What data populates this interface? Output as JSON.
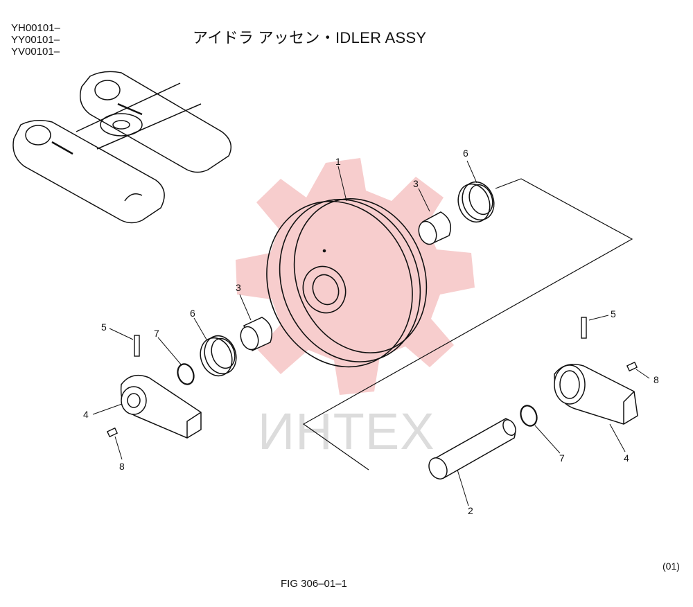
{
  "header": {
    "serials": [
      "YH00101–",
      "YY00101–",
      "YV00101–"
    ],
    "title": "アイドラ アッセン・IDLER ASSY"
  },
  "watermark": {
    "text": "ИНТЕХ",
    "gear_color": "#f6c4c4",
    "text_color": "#dcdcdc"
  },
  "callouts": {
    "c1": "1",
    "c2": "2",
    "c3a": "3",
    "c3b": "3",
    "c4a": "4",
    "c4b": "4",
    "c5a": "5",
    "c5b": "5",
    "c6a": "6",
    "c6b": "6",
    "c7a": "7",
    "c7b": "7",
    "c8a": "8",
    "c8b": "8"
  },
  "footer": {
    "revision": "(01)",
    "figure": "FIG 306–01–1"
  }
}
